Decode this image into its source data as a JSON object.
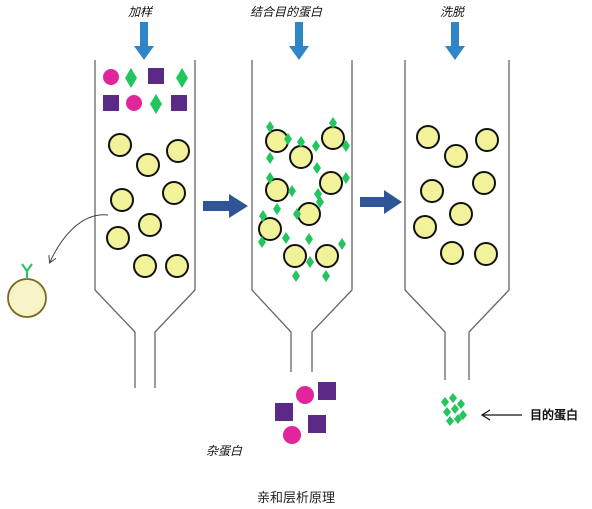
{
  "steps": {
    "load": "加样",
    "bind": "结合目的蛋白",
    "elute": "洗脱"
  },
  "labels": {
    "impurity": "杂蛋白",
    "target": "目的蛋白"
  },
  "caption": "亲和层析原理",
  "colors": {
    "arrow_blue": "#2e86c9",
    "process_arrow": "#2f5597",
    "bead_fill": "#f2f29a",
    "bead_stroke": "#111111",
    "ligand_green": "#22c55e",
    "impurity_pink": "#e0269a",
    "impurity_purple": "#5b2a86"
  }
}
